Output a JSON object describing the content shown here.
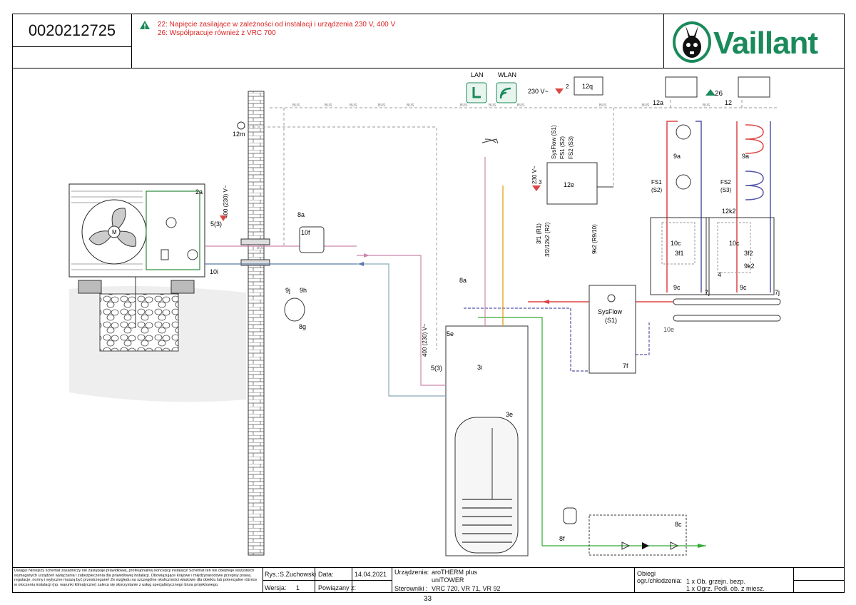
{
  "header": {
    "doc_id": "0020212725",
    "notes": [
      "22: Napięcie zasilające w zależności od instalacji i urządzenia 230 V, 400  V",
      "26: Współpracuje również z VRC 700"
    ],
    "brand": "Vaillant"
  },
  "diagram": {
    "network": {
      "lan": "LAN",
      "wlan": "WLAN",
      "bus": "BUS",
      "supply_230": "230 V~",
      "n2": "2"
    },
    "components": {
      "c2a": "2a",
      "c12m": "12m",
      "c8a": "8a",
      "c10f": "10f",
      "c10i": "10i",
      "c9j": "9j",
      "c9h": "9h",
      "c8g": "8g",
      "c12q": "12q",
      "c12e": "12e",
      "c12a": "12a",
      "c12": "12",
      "c26": "26",
      "c9a": "9a",
      "c5e": "5e",
      "c3i": "3i",
      "c3e": "3e",
      "c8f": "8f",
      "c8c": "8c",
      "c7f": "7f",
      "c10e": "10e",
      "c7j": "7j",
      "c10c": "10c",
      "c3f1": "3f1",
      "c3f2": "3f2",
      "c9c": "9c",
      "c9k2": "9k2",
      "c12k2": "12k2",
      "c4": "4",
      "c3": "3",
      "c5_3": "5(3)"
    },
    "labels": {
      "supply_400": "400 (230) V~",
      "sysflow": "SysFlow",
      "s1": "(S1)",
      "sysflow_s1": "SysFlow (S1)",
      "fs1_s2": "FS1 (S2)",
      "fs2_s3": "FS2 (S3)",
      "fs1": "FS1",
      "s2": "(S2)",
      "fs2": "FS2",
      "s3": "(S3)",
      "r1": "3f1 (R1)",
      "r2": "3f2/12k2 (R2)",
      "r9": "9k2 (R9/10)",
      "v230": "230 V~",
      "m": "M"
    }
  },
  "footer": {
    "warning": "Uwaga! Niniejszy schemat zasadniczy nie zastępuje prawidłowej, profesjonalnej koncepcji instalacji! Schemat ten nie obejmuje wszystkich wymaganych urządzeń wyłączania i zabezpieczenia dla prawidłowej instalacji. Obowiązujące krajowe i międzynarodowe przepisy prawa, regulacje, normy i wytyczne muszą być przestrzegane! Ze względu na szczególne okoliczności właściwe dla obiektu lub potencjalne różnice w otoczeniu instalacji (np. warunki klimatyczne) zaleca się skorzystanie z usług specjalistycznego biura projektowego.",
    "rys_label": "Rys.:",
    "rys_value": "S.Żuchowski",
    "data_label": "Data:",
    "data_value": "14.04.2021",
    "wersja_label": "Wersja:",
    "wersja_value": "1",
    "powiazany_label": "Powiązany z:",
    "urzadzenia_label": "Urządzenia:",
    "urzadzenia_values": [
      "aroTHERM plus",
      "uniTOWER"
    ],
    "sterowniki_label": "Sterowniki :",
    "sterowniki_value": "VRC 720, VR 71, VR 92",
    "obiegi_label": "Obiegi ogr./chłodzenia:",
    "obiegi_values": [
      "1 x Ob. grzejn. bezp.",
      "1 x Ogrz. Podł. ob. z miesz."
    ],
    "page_number": "33"
  }
}
